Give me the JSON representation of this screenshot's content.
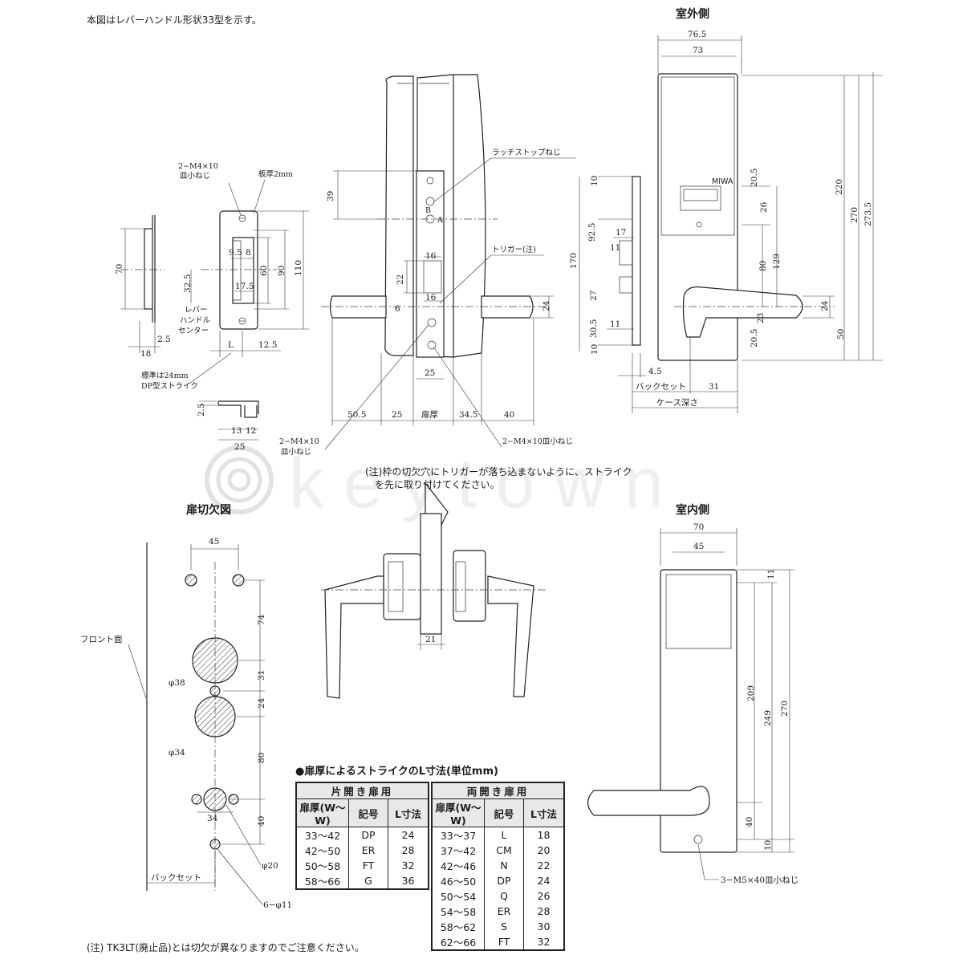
{
  "notes": {
    "top": "本図はレバーハンドル形状33型を示す。",
    "trigger": [
      "(注)枠の切欠穴にトリガーが落ち込まないように、ストライク",
      "を先に取り付けてください。"
    ],
    "bottom": "(注) TK3LT(廃止品)とは切欠が異なりますのでご注意ください。"
  },
  "watermark": "keytown",
  "views": {
    "outdoor": "室外側",
    "indoor": "室内側",
    "door_cutout": "扉切欠図"
  },
  "labels": {
    "screw_2m4x10_pan": [
      "2−M4×10",
      "皿小ねじ"
    ],
    "plate_thickness": "板厚2mm",
    "lever_center": [
      "レバー",
      "ハンドル",
      "センター"
    ],
    "standard_strike": [
      "標準は24mm",
      "DP型ストライク"
    ],
    "latch_stop_screw": "ラッチストップねじ",
    "trigger_note": "トリガー(注)",
    "screw_2m4x10_bottom_left": [
      "2−M4×10",
      "皿小ねじ"
    ],
    "screw_2m4x10_bottom_right": "2−M4×10皿小ねじ",
    "backset": "バックセット",
    "case_depth": "ケース深さ",
    "door_thickness": "扉厚",
    "front_face": "フロント面",
    "screw_3m5x40": "3−M5×40皿小ねじ",
    "six_phi11": "6−φ11",
    "brand_plate": "MIWA",
    "point_a": "A",
    "point_b": "B",
    "L": "L"
  },
  "dims": {
    "strike": [
      "70",
      "110",
      "90",
      "60",
      "9.5",
      "8",
      "17.5",
      "32.5",
      "18",
      "2.5",
      "12.5",
      "2.5",
      "13",
      "12",
      "25"
    ],
    "side": [
      "39",
      "16",
      "22",
      "16",
      "6",
      "25",
      "24",
      "50.5",
      "25",
      "34.5",
      "40"
    ],
    "outdoor": [
      "76.5",
      "73",
      "220",
      "270",
      "273.5",
      "10",
      "20.5",
      "26",
      "92.5",
      "17",
      "170",
      "11",
      "80",
      "129",
      "27",
      "24",
      "23",
      "50",
      "11",
      "30.5",
      "10",
      "20.5",
      "4.5",
      "31"
    ],
    "cutout": [
      "45",
      "74",
      "φ38",
      "31",
      "24",
      "φ34",
      "80",
      "34",
      "40",
      "φ20"
    ],
    "handle": [
      "21"
    ],
    "indoor": [
      "70",
      "45",
      "11",
      "209",
      "249",
      "270",
      "40",
      "10"
    ]
  },
  "strike_table": {
    "title": "●扉厚によるストライクのL寸法(単位mm)",
    "single": {
      "title": "片開き扉用",
      "headers": [
        "扉厚(W〜W)",
        "記号",
        "L寸法"
      ],
      "rows": [
        [
          "33〜42",
          "DP",
          "24"
        ],
        [
          "42〜50",
          "ER",
          "28"
        ],
        [
          "50〜58",
          "FT",
          "32"
        ],
        [
          "58〜66",
          "G",
          "36"
        ]
      ]
    },
    "double": {
      "title": "両開き扉用",
      "headers": [
        "扉厚(W〜W)",
        "記号",
        "L寸法"
      ],
      "rows": [
        [
          "33〜37",
          "L",
          "18"
        ],
        [
          "37〜42",
          "CM",
          "20"
        ],
        [
          "42〜46",
          "N",
          "22"
        ],
        [
          "46〜50",
          "DP",
          "24"
        ],
        [
          "50〜54",
          "Q",
          "26"
        ],
        [
          "54〜58",
          "ER",
          "28"
        ],
        [
          "58〜62",
          "S",
          "30"
        ],
        [
          "62〜66",
          "FT",
          "32"
        ]
      ]
    }
  }
}
